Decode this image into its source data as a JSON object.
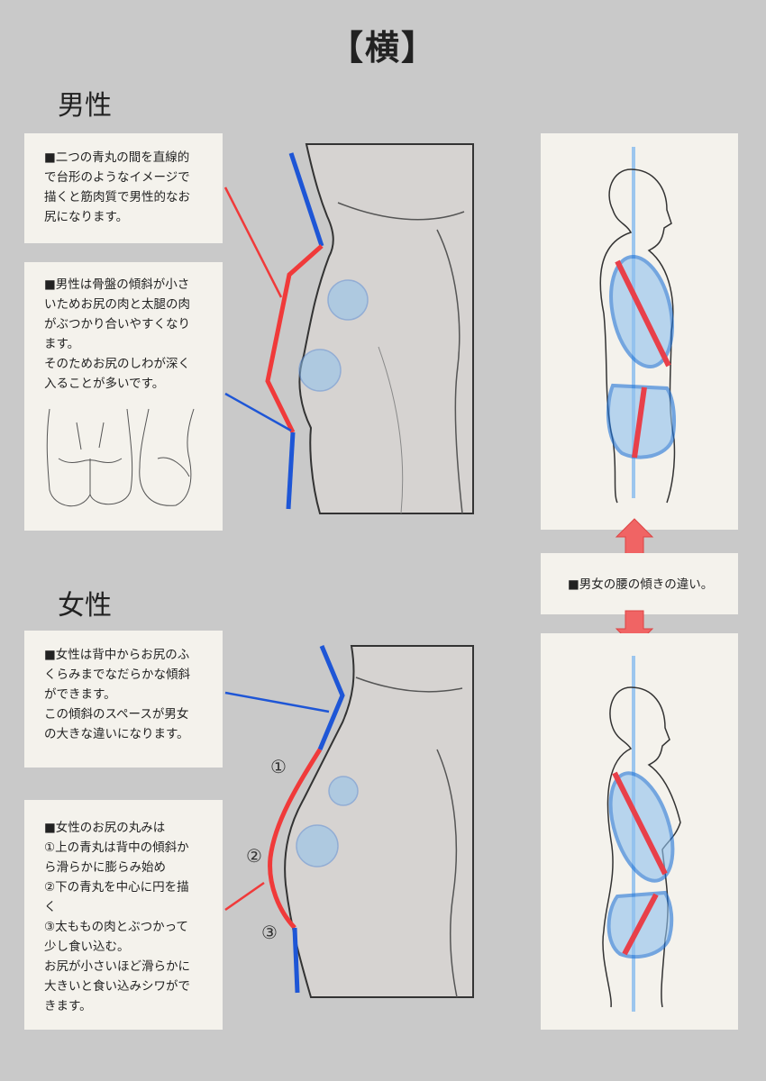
{
  "title": "【横】",
  "male": {
    "heading": "男性",
    "note1": "■二つの青丸の間を直線的\nで台形のようなイメージで\n描くと筋肉質で男性的なお\n尻になります。",
    "note2": "■男性は骨盤の傾斜が小さ\nいためお尻の肉と太腿の肉\nがぶつかり合いやすくなり\nます。\nそのためお尻のしわが深く\n入ることが多いです。"
  },
  "female": {
    "heading": "女性",
    "note1": "■女性は背中からお尻のふ\nくらみまでなだらかな傾斜\nができます。\nこの傾斜のスペースが男女\nの大きな違いになります。",
    "note2": "■女性のお尻の丸みは\n①上の青丸は背中の傾斜か\nら滑らかに膨らみ始め\n②下の青丸を中心に円を描\nく\n③太ももの肉とぶつかって\n少し食い込む。\nお尻が小さいほど滑らかに\n大きいと食い込みシワがで\nきます。",
    "markers": [
      "①",
      "②",
      "③"
    ]
  },
  "comparison": {
    "caption": "■男女の腰の傾きの違い。"
  },
  "colors": {
    "background": "#c9c9c9",
    "panel": "#f4f2ec",
    "red_line": "#f03a3a",
    "blue_line": "#1e56d6",
    "blue_fill": "#8fc1ee",
    "arrow": "#f06464"
  }
}
